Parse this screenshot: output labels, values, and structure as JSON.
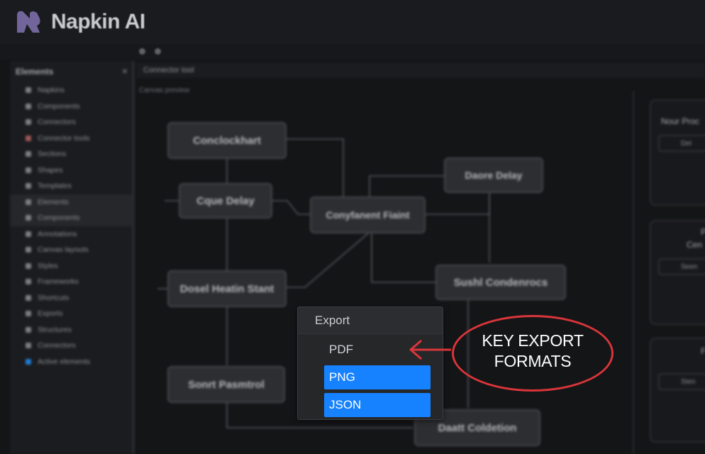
{
  "app": {
    "title": "Napkin AI"
  },
  "sidebar": {
    "heading": "Elements",
    "close_glyph": "×",
    "items": [
      {
        "label": "Napkins"
      },
      {
        "label": "Components"
      },
      {
        "label": "Connectors"
      },
      {
        "label": "Connector tools"
      },
      {
        "label": "Sections"
      },
      {
        "label": "Shapes"
      },
      {
        "label": "Templates"
      },
      {
        "label": "Elements"
      },
      {
        "label": "Components"
      },
      {
        "label": "Annotations"
      },
      {
        "label": "Canvas layouts"
      },
      {
        "label": "Styles"
      },
      {
        "label": "Frameworks"
      },
      {
        "label": "Shortcuts"
      },
      {
        "label": "Exports"
      },
      {
        "label": "Structures"
      },
      {
        "label": "Connectors"
      },
      {
        "label": "Active elements"
      }
    ]
  },
  "canvas": {
    "tab_label": "Connector tool",
    "subtitle": "Canvas preview",
    "nodes": [
      {
        "label": "Conclockhart"
      },
      {
        "label": "Cque Delay"
      },
      {
        "label": "Conyfanent Fiaint"
      },
      {
        "label": "Daore Delay"
      },
      {
        "label": "Dosel Heatin Stant"
      },
      {
        "label": "Sushl Condenrocs"
      },
      {
        "label": "Sonrt Pasmtrol"
      },
      {
        "label": "Daatt Coldetion"
      }
    ]
  },
  "right_panel": {
    "cards": [
      {
        "title": "Nour Proc",
        "field": "Dei"
      },
      {
        "title": "P",
        "subtitle": "Cen",
        "field": "Seen"
      },
      {
        "title": "F",
        "field": "Sten"
      }
    ]
  },
  "export_menu": {
    "header": "Export",
    "items": [
      {
        "label": "PDF",
        "highlighted": false
      },
      {
        "label": "PNG",
        "highlighted": true
      },
      {
        "label": "JSON",
        "highlighted": true
      }
    ]
  },
  "annotation": {
    "line1": "KEY EXPORT",
    "line2": "FORMATS",
    "color": "#d8353a"
  },
  "colors": {
    "background": "#141517",
    "menu_highlight": "#1682ff",
    "annotation": "#d8353a"
  }
}
